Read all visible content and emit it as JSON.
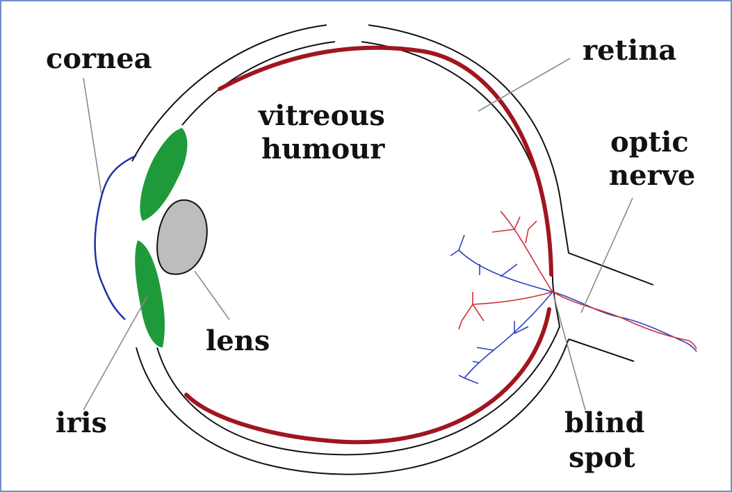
{
  "labels": {
    "cornea": "cornea",
    "retina": "retina",
    "vitreous_line1": "vitreous",
    "vitreous_line2": "humour",
    "optic_line1": "optic",
    "optic_line2": "nerve",
    "lens": "lens",
    "iris": "iris",
    "blind_line1": "blind",
    "blind_line2": "spot"
  },
  "colors": {
    "frame": "#6f8fc9",
    "retina": "#a0161f",
    "iris": "#1f9a3a",
    "lens": "#bdbdbd",
    "cornea": "#1f2fa8",
    "artery": "#d0303a",
    "vein": "#2a3fc0"
  }
}
